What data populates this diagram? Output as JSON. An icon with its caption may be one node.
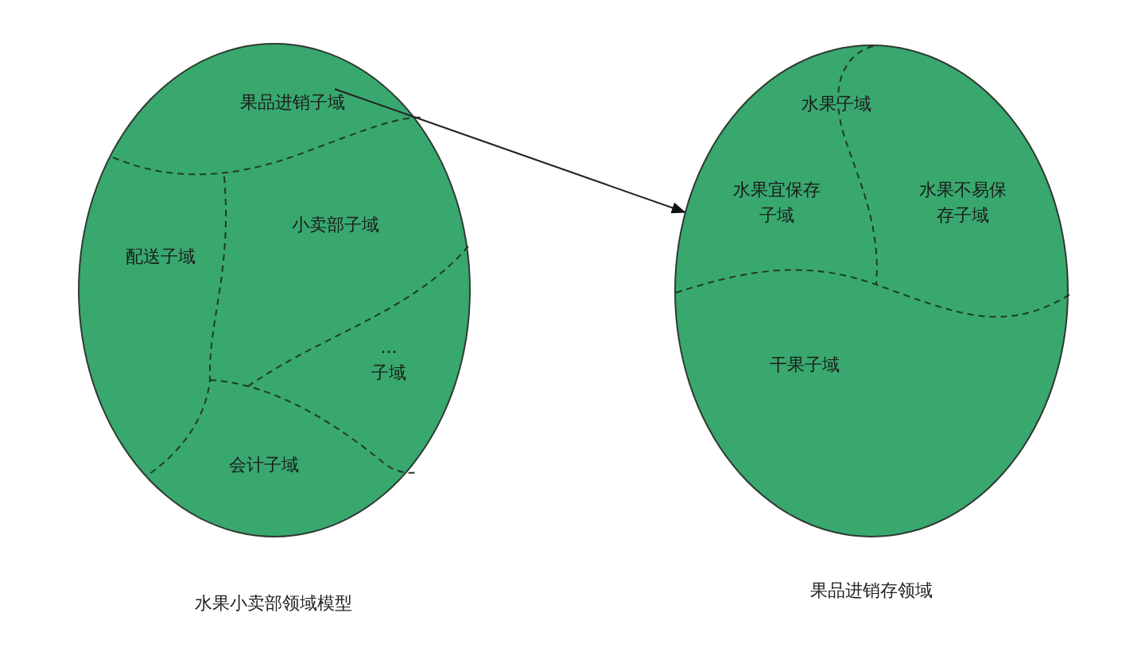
{
  "diagram": {
    "nodes": [
      {
        "text": [],
        "shape": "ellipse",
        "beside": [
          "水果小卖部领域模型"
        ]
      },
      {
        "text": [
          "果品进销子域"
        ],
        "in": 0
      },
      {
        "text": [
          "配送子域"
        ],
        "in": 0
      },
      {
        "text": [
          "小卖部子域"
        ],
        "in": 0
      },
      {
        "text": [
          "... 子域"
        ],
        "in": 0
      },
      {
        "text": [
          "会计子域"
        ],
        "in": 0
      },
      {
        "text": [],
        "shape": "ellipse",
        "beside": [
          "果品进销存领域"
        ]
      },
      {
        "text": [
          "水果子域"
        ],
        "in": 6
      },
      {
        "text": [
          "水果宜保存子域"
        ],
        "in": 6
      },
      {
        "text": [
          "水果不易保存子域"
        ],
        "in": 6
      },
      {
        "text": [
          "干果子域"
        ],
        "in": 6
      }
    ],
    "edges": [
      {
        "from": 1,
        "to": 6,
        "arrow": "to"
      }
    ]
  }
}
